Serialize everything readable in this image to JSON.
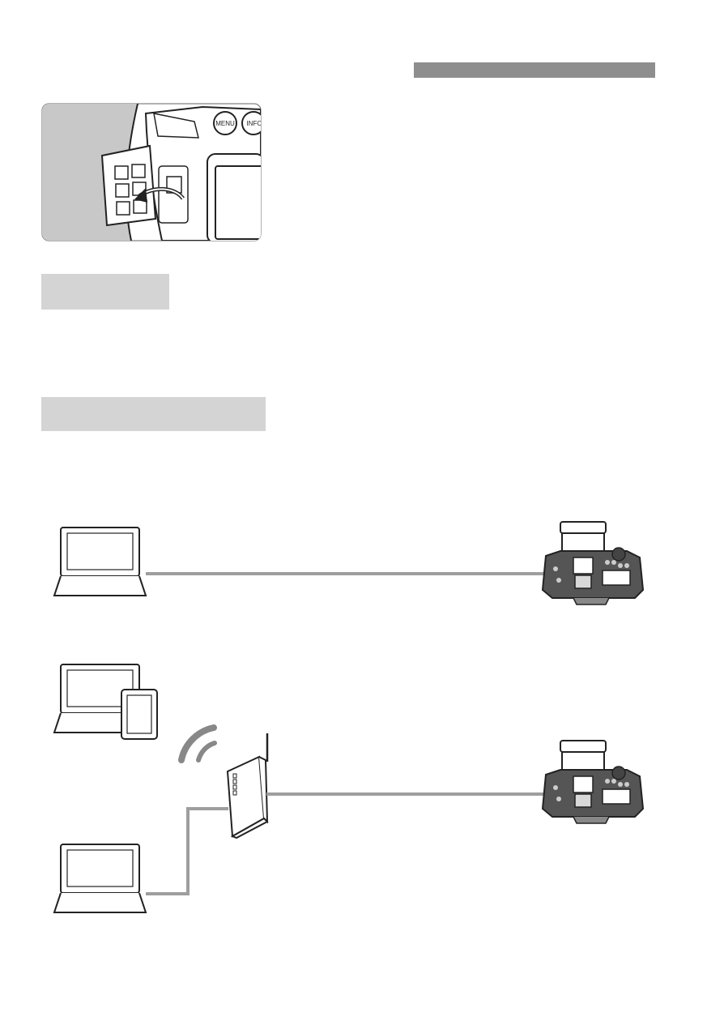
{
  "illustration": {
    "menu_button_label": "MENU",
    "info_button_label": "INFO"
  },
  "colors": {
    "section_bar": "#8e8e8e",
    "heading_box": "#d4d4d4",
    "cable": "#9e9e9e",
    "line_art": "#222222"
  },
  "diagrams": {
    "direct_connection": {
      "nodes": [
        "laptop-icon",
        "camera-icon"
      ],
      "link": "cable"
    },
    "router_connection": {
      "nodes": [
        "laptop-icon",
        "tablet-icon",
        "wifi-icon",
        "router-icon",
        "laptop-icon",
        "camera-icon"
      ],
      "links": [
        "cable",
        "cable"
      ]
    }
  }
}
